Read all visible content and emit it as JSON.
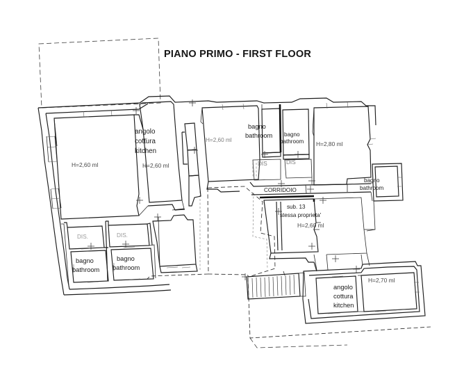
{
  "document": {
    "type": "architectural-floor-plan",
    "title": "PIANO PRIMO - FIRST FLOOR",
    "background_color": "#ffffff",
    "line_color": "#1d1d1d"
  },
  "rooms": [
    {
      "id": "living-left",
      "name_it": "",
      "name_en": "",
      "height_label": "H=2,60 ml"
    },
    {
      "id": "kitchen-left",
      "name_it": "angolo cottura",
      "name_en": "kitchen",
      "height_label": "H=2,60 ml"
    },
    {
      "id": "room-center",
      "name_it": "",
      "name_en": "",
      "height_label": "H=2,60 ml"
    },
    {
      "id": "bathroom-center-1",
      "name_it": "bagno",
      "name_en": "bathroom",
      "height_label": ""
    },
    {
      "id": "bathroom-center-2",
      "name_it": "bagno",
      "name_en": "bathroom",
      "height_label": ""
    },
    {
      "id": "room-right-top",
      "name_it": "",
      "name_en": "",
      "height_label": "H=2,80 ml"
    },
    {
      "id": "bathroom-right",
      "name_it": "bagno",
      "name_en": "bathroom",
      "height_label": ""
    },
    {
      "id": "bathroom-bl-1",
      "name_it": "bagno",
      "name_en": "bathroom",
      "height_label": ""
    },
    {
      "id": "bathroom-bl-2",
      "name_it": "bagno",
      "name_en": "bathroom",
      "height_label": ""
    },
    {
      "id": "unit-right-mid",
      "name_it": "sub. 13",
      "name_en": "stessa proprieta'",
      "height_label": "H=2,60 ml"
    },
    {
      "id": "kitchen-bottom",
      "name_it": "angolo cottura",
      "name_en": "kitchen",
      "height_label": ""
    },
    {
      "id": "room-bottom-right",
      "name_it": "",
      "name_en": "",
      "height_label": "H=2,70 ml"
    }
  ],
  "labels": {
    "title": "PIANO PRIMO - FIRST FLOOR",
    "bagno": "bagno",
    "bathroom": "bathroom",
    "angolo": "angolo",
    "cottura": "cottura",
    "kitchen": "kitchen",
    "corridoio": "CORRIDOIO",
    "dis_dot": "DIS.",
    "dis": "DIS",
    "sub": "sub. 13",
    "stessa_proprieta": "stessa proprieta'",
    "h260": "H=2,60 ml",
    "h260b": "H=2,60 ml",
    "h260c": "H=2,60 ml",
    "h260d": "H=2,60 ml",
    "h280": "H=2,80 ml",
    "h270": "H=2,70 ml"
  }
}
